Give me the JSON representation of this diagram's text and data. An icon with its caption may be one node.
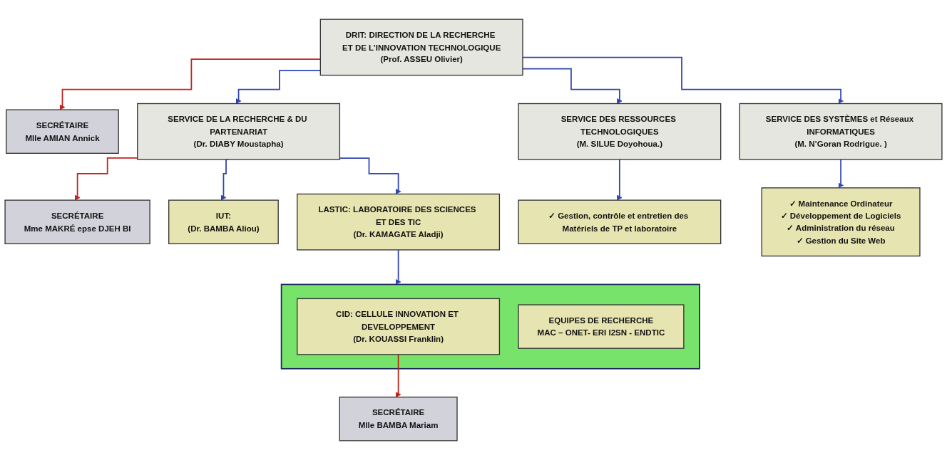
{
  "diagram": {
    "nodes": [
      {
        "text": [
          "DRIT: DIRECTION DE LA RECHERCHE ET DE L’INNOVATION TECHNOLOGIQUE",
          "(Prof. ASSEU Olivier)"
        ]
      },
      {
        "text": [
          "SECRÉTAIRE",
          "Mlle AMIAN Annick"
        ]
      },
      {
        "text": [
          "SERVICE DE LA RECHERCHE & DU PARTENARIAT",
          "(Dr. DIABY Moustapha)"
        ]
      },
      {
        "text": [
          "SERVICE DES RESSOURCES TECHNOLOGIQUES",
          "(M. SILUE Doyohoua.)"
        ]
      },
      {
        "text": [
          "SERVICE DES SYSTÈMES et Réseaux INFORMATIQUES",
          "(M. N’Goran Rodrigue. )"
        ]
      },
      {
        "text": [
          "SECRÉTAIRE",
          "Mme MAKRÉ epse DJEH BI"
        ]
      },
      {
        "text": [
          "IUT:",
          "(Dr. BAMBA Aliou)"
        ]
      },
      {
        "text": [
          "LASTIC: LABORATOIRE DES SCIENCES ET DES TIC",
          "(Dr. KAMAGATE Aladji)"
        ]
      },
      {
        "text": [
          "✓ Gestion, contrôle et entretien des Matériels de TP et laboratoire"
        ]
      },
      {
        "text": [
          "✓ Maintenance Ordinateur",
          "✓ Développement de Logiciels",
          "✓ Administration du réseau",
          "✓ Gestion du Site Web"
        ]
      },
      {
        "text": [],
        "shape": "box"
      },
      {
        "text": [
          "CID: CELLULE INNOVATION ET DEVELOPPEMENT",
          "(Dr. KOUASSI Franklin)"
        ],
        "in": 10
      },
      {
        "text": [
          "EQUIPES DE RECHERCHE",
          "MAC – ONET- ERI I2SN - ENDTIC"
        ],
        "in": 10
      },
      {
        "text": [
          "SECRÉTAIRE",
          "Mlle BAMBA Mariam"
        ]
      }
    ],
    "edges": [
      {
        "from": 0,
        "to": 1,
        "arrow": "to",
        "color": "#c0231c"
      },
      {
        "from": 0,
        "to": 2,
        "arrow": "to"
      },
      {
        "from": 0,
        "to": 3,
        "arrow": "to"
      },
      {
        "from": 0,
        "to": 4,
        "arrow": "to"
      },
      {
        "from": 2,
        "to": 5,
        "arrow": "to",
        "color": "#c0231c"
      },
      {
        "from": 2,
        "to": 6,
        "arrow": "to"
      },
      {
        "from": 2,
        "to": 7,
        "arrow": "to"
      },
      {
        "from": 3,
        "to": 8,
        "arrow": "to"
      },
      {
        "from": 4,
        "to": 9,
        "arrow": "to"
      },
      {
        "from": 7,
        "to": 10,
        "arrow": "to"
      },
      {
        "from": 11,
        "to": 13,
        "arrow": "to",
        "color": "#c0231c"
      }
    ]
  }
}
